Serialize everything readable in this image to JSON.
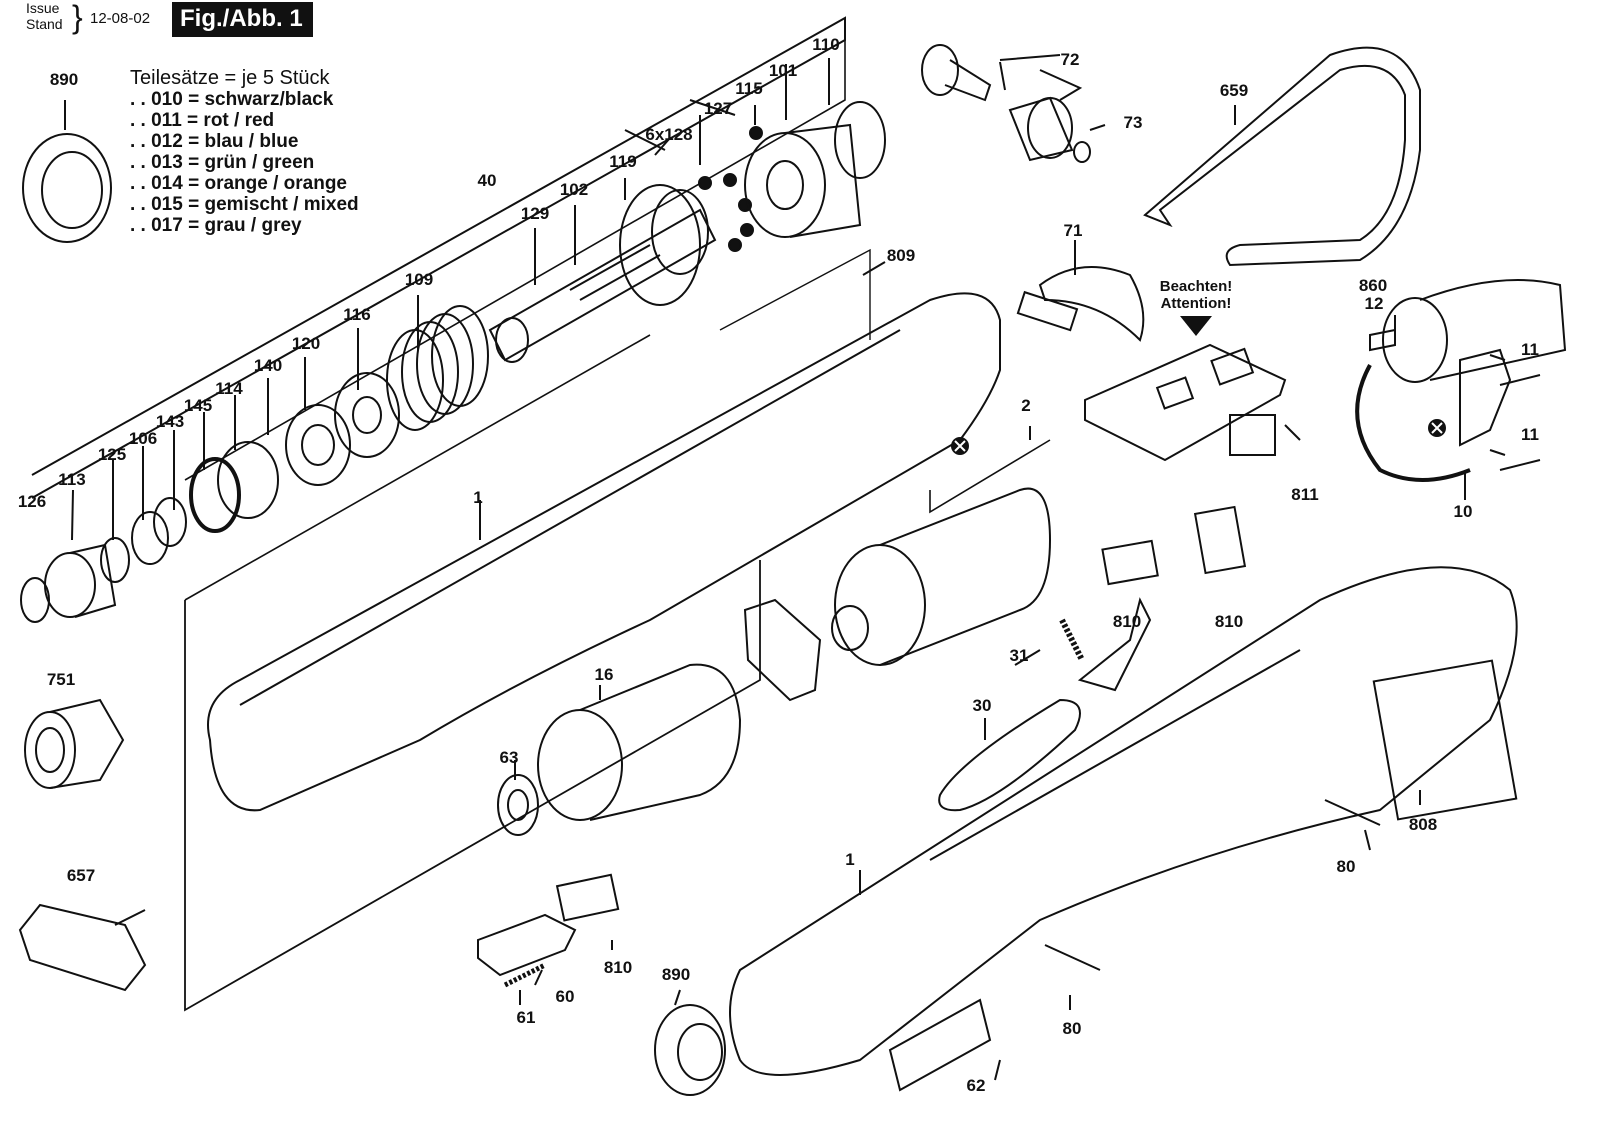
{
  "header": {
    "issue_label": "Issue",
    "stand_label": "Stand",
    "date": "12-08-02",
    "figure": "Fig./Abb. 1"
  },
  "legend": {
    "title": "Teilesätze = je 5 Stück",
    "rows": [
      ". . 010 = schwarz/black",
      ". . 011 = rot / red",
      ". . 012 = blau / blue",
      ". . 013 = grün / green",
      ". . 014 = orange / orange",
      ". . 015 = gemischt / mixed",
      ". . 017 = grau / grey"
    ]
  },
  "note": {
    "line1": "Beachten!",
    "line2": "Attention!"
  },
  "parts": [
    {
      "id": "890"
    },
    {
      "id": "40"
    },
    {
      "id": "129"
    },
    {
      "id": "102"
    },
    {
      "id": "119"
    },
    {
      "id": "6x128"
    },
    {
      "id": "127"
    },
    {
      "id": "115"
    },
    {
      "id": "101"
    },
    {
      "id": "110"
    },
    {
      "id": "72"
    },
    {
      "id": "73"
    },
    {
      "id": "659"
    },
    {
      "id": "109"
    },
    {
      "id": "116"
    },
    {
      "id": "120"
    },
    {
      "id": "140"
    },
    {
      "id": "114"
    },
    {
      "id": "145"
    },
    {
      "id": "143"
    },
    {
      "id": "106"
    },
    {
      "id": "125"
    },
    {
      "id": "113"
    },
    {
      "id": "126"
    },
    {
      "id": "809"
    },
    {
      "id": "71"
    },
    {
      "id": "860"
    },
    {
      "id": "12"
    },
    {
      "id": "11"
    },
    {
      "id": "11"
    },
    {
      "id": "10"
    },
    {
      "id": "2"
    },
    {
      "id": "811"
    },
    {
      "id": "1"
    },
    {
      "id": "751"
    },
    {
      "id": "16"
    },
    {
      "id": "63"
    },
    {
      "id": "810"
    },
    {
      "id": "810"
    },
    {
      "id": "31"
    },
    {
      "id": "30"
    },
    {
      "id": "808"
    },
    {
      "id": "80"
    },
    {
      "id": "657"
    },
    {
      "id": "1"
    },
    {
      "id": "810"
    },
    {
      "id": "890"
    },
    {
      "id": "60"
    },
    {
      "id": "61"
    },
    {
      "id": "80"
    },
    {
      "id": "62"
    }
  ]
}
